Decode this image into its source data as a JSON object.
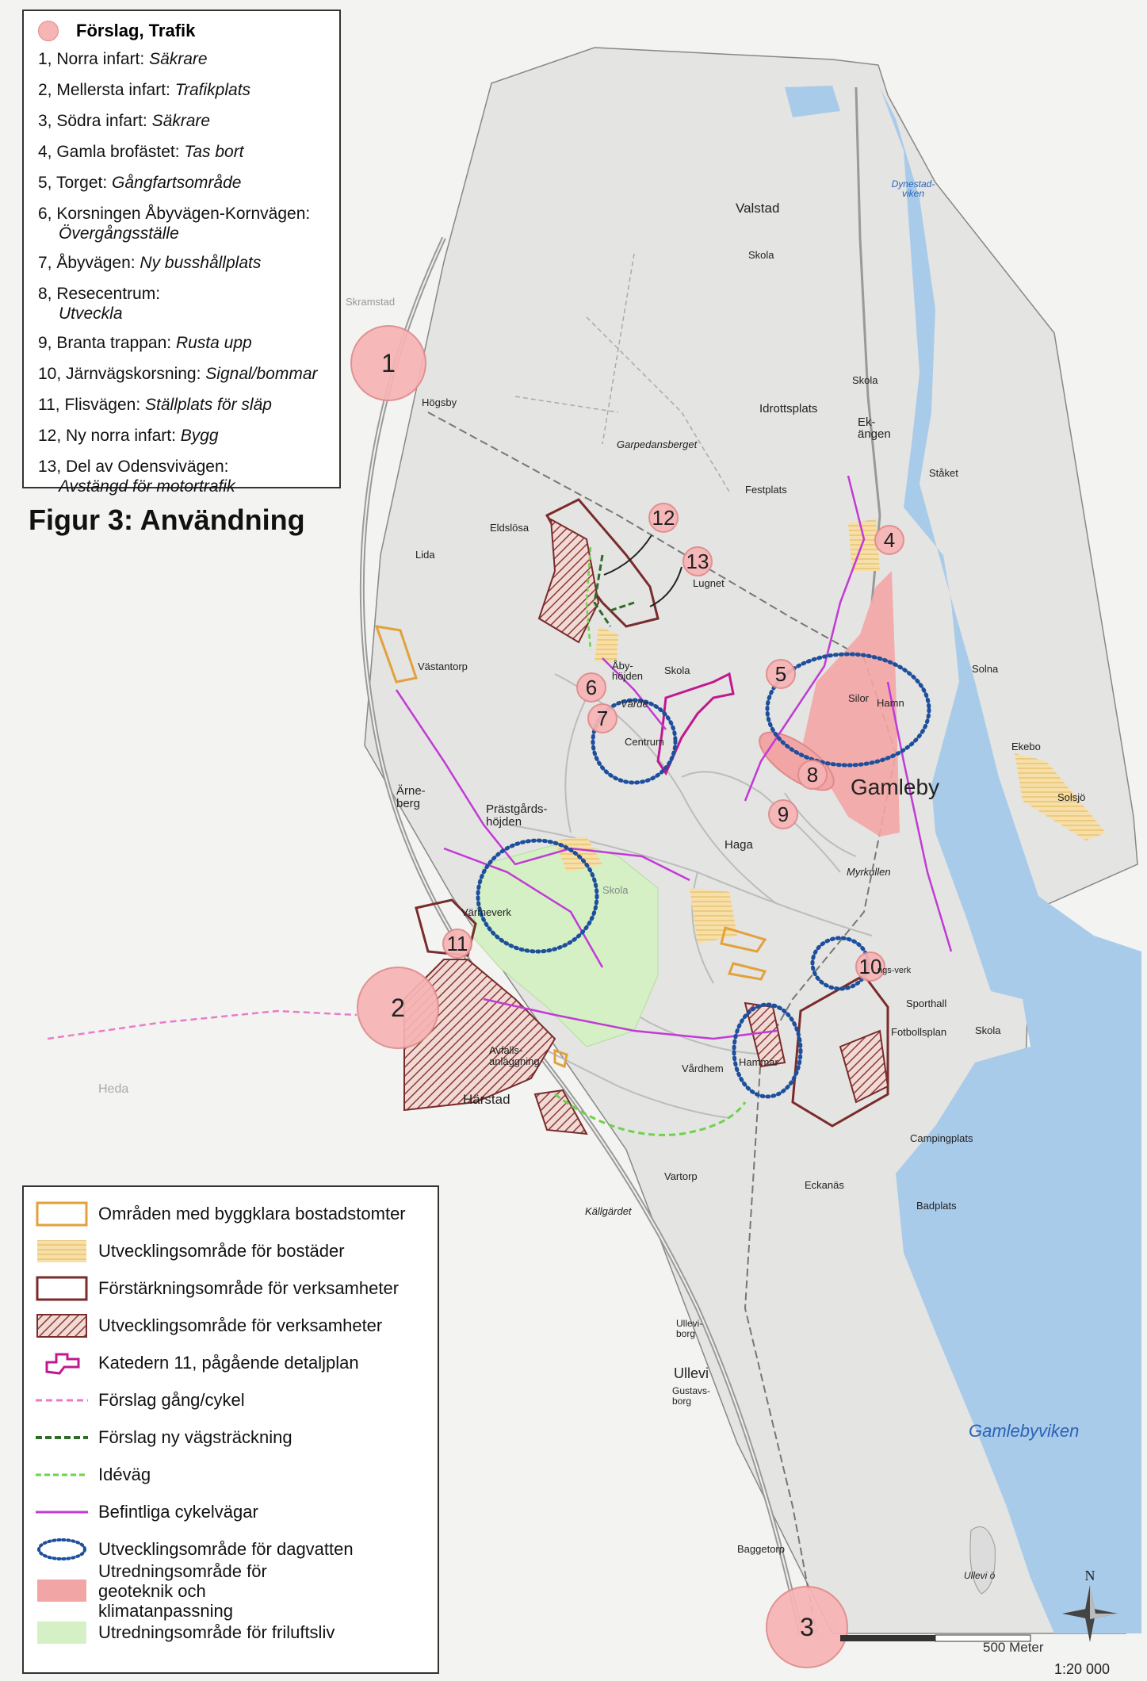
{
  "legend_top": {
    "header": "Förslag, Trafik",
    "items": [
      {
        "prefix": "1, Norra infart: ",
        "value": "Säkrare"
      },
      {
        "prefix": "2, Mellersta infart: ",
        "value": "Trafikplats"
      },
      {
        "prefix": "3, Södra infart: ",
        "value": "Säkrare"
      },
      {
        "prefix": "4, Gamla brofästet: ",
        "value": "Tas bort"
      },
      {
        "prefix": "5, Torget: ",
        "value": "Gångfartsområde"
      },
      {
        "prefix": "6, Korsningen Åbyvägen-Kornvägen:",
        "value": "Övergångsställe"
      },
      {
        "prefix": "7, Åbyvägen: ",
        "value": "Ny busshållplats"
      },
      {
        "prefix": "8, Resecentrum:",
        "value": "Utveckla"
      },
      {
        "prefix": "9, Branta trappan: ",
        "value": "Rusta upp"
      },
      {
        "prefix": "10, Järnvägskorsning: ",
        "value": "Signal/bommar"
      },
      {
        "prefix": "11, Flisvägen: ",
        "value": "Ställplats för släp"
      },
      {
        "prefix": "12, Ny norra infart: ",
        "value": "Bygg"
      },
      {
        "prefix": "13, Del av Odensvivägen:",
        "value": "Avstängd för motortrafik"
      }
    ]
  },
  "figure_title": "Figur 3: Användning",
  "legend_bottom": [
    {
      "text": "Områden med byggklara bostadstomter",
      "swatch": "outline-orange"
    },
    {
      "text": "Utvecklingsområde för bostäder",
      "swatch": "hatch-yellow"
    },
    {
      "text": "Förstärkningsområde för verksamheter",
      "swatch": "outline-darkred"
    },
    {
      "text": "Utvecklingsområde för verksamheter",
      "swatch": "hatch-darkred"
    },
    {
      "text": "Katedern 11, pågående detaljplan",
      "swatch": "magenta-shape"
    },
    {
      "text": "Förslag gång/cykel",
      "swatch": "dash-pink"
    },
    {
      "text": "Förslag ny vägsträckning",
      "swatch": "dash-darkgreen"
    },
    {
      "text": "Idéväg",
      "swatch": "dash-lightgreen"
    },
    {
      "text": "Befintliga cykelvägar",
      "swatch": "line-violet"
    },
    {
      "text": "Utvecklingsområde för dagvatten",
      "swatch": "dots-blue"
    },
    {
      "text": "Utredningsområde för geoteknik och klimatanpassning",
      "swatch": "fill-pink"
    },
    {
      "text": "Utredningsområde för  friluftsliv",
      "swatch": "fill-green"
    }
  ],
  "markers": [
    "1",
    "2",
    "3",
    "4",
    "5",
    "6",
    "7",
    "8",
    "9",
    "10",
    "11",
    "12",
    "13"
  ],
  "place_labels": {
    "skramstad": "Skramstad",
    "hogsby": "Högsby",
    "valstad": "Valstad",
    "skola_n": "Skola",
    "garpedansberget": "Garpedansberget",
    "idrottsplats": "Idrottsplats",
    "skola_ne": "Skola",
    "ekangen": "Ek-ängen",
    "staket": "Ståket",
    "festplats": "Festplats",
    "eldslosa": "Eldslösa",
    "lida": "Lida",
    "lugnet": "Lugnet",
    "vastantorp": "Västantorp",
    "abyhojden": "Åby-höjden",
    "skola_c": "Skola",
    "varde": "Värde",
    "centrum": "Centrum",
    "silor": "Silor",
    "hamn": "Hamn",
    "solna": "Solna",
    "ekebo": "Ekebo",
    "solsjo": "Solsjö",
    "gamleby": "Gamleby",
    "arneberg": "Ärne-berg",
    "prastgardshojden": "Prästgårds-höjden",
    "haga": "Haga",
    "myrkullen": "Myrkullen",
    "skola_s": "Skola",
    "varmeverk": "Värmeverk",
    "vattenverk": "ngs-verk",
    "sporthall": "Sporthall",
    "fotbollsplan": "Fotbollsplan",
    "skola_e": "Skola",
    "heda": "Heda",
    "avfall": "Avfalls-anläggning",
    "harstad": "Härstad",
    "vardhem": "Vårdhem",
    "hammar": "Hammar",
    "campingplats": "Campingplats",
    "vartorp": "Vartorp",
    "eckanas": "Eckanäs",
    "badplats": "Badplats",
    "kallgardet": "Källgärdet",
    "ullevi_borg": "Ullevi-borg",
    "ullevi": "Ullevi",
    "gustavsborg": "Gustavs-borg",
    "baggetorp": "Baggetorp",
    "ullevi_o": "Ullevi ö",
    "dynestadviken": "Dynestad-viken",
    "gamlebyviken": "Gamlebyviken"
  },
  "scale": {
    "bar_label": "500 Meter",
    "ratio": "1:20 000",
    "north": "N"
  },
  "colors": {
    "water": "#a9cbea",
    "marker_fill": "#f7b4b4",
    "marker_stroke": "#e08a8a",
    "geotech": "#f2a5a5",
    "recreation": "#d4f0c4",
    "cycle": "#c23ad6",
    "stormwater": "#1d4f9c",
    "business": "#7a2b2b",
    "housing": "#e2a13a"
  }
}
